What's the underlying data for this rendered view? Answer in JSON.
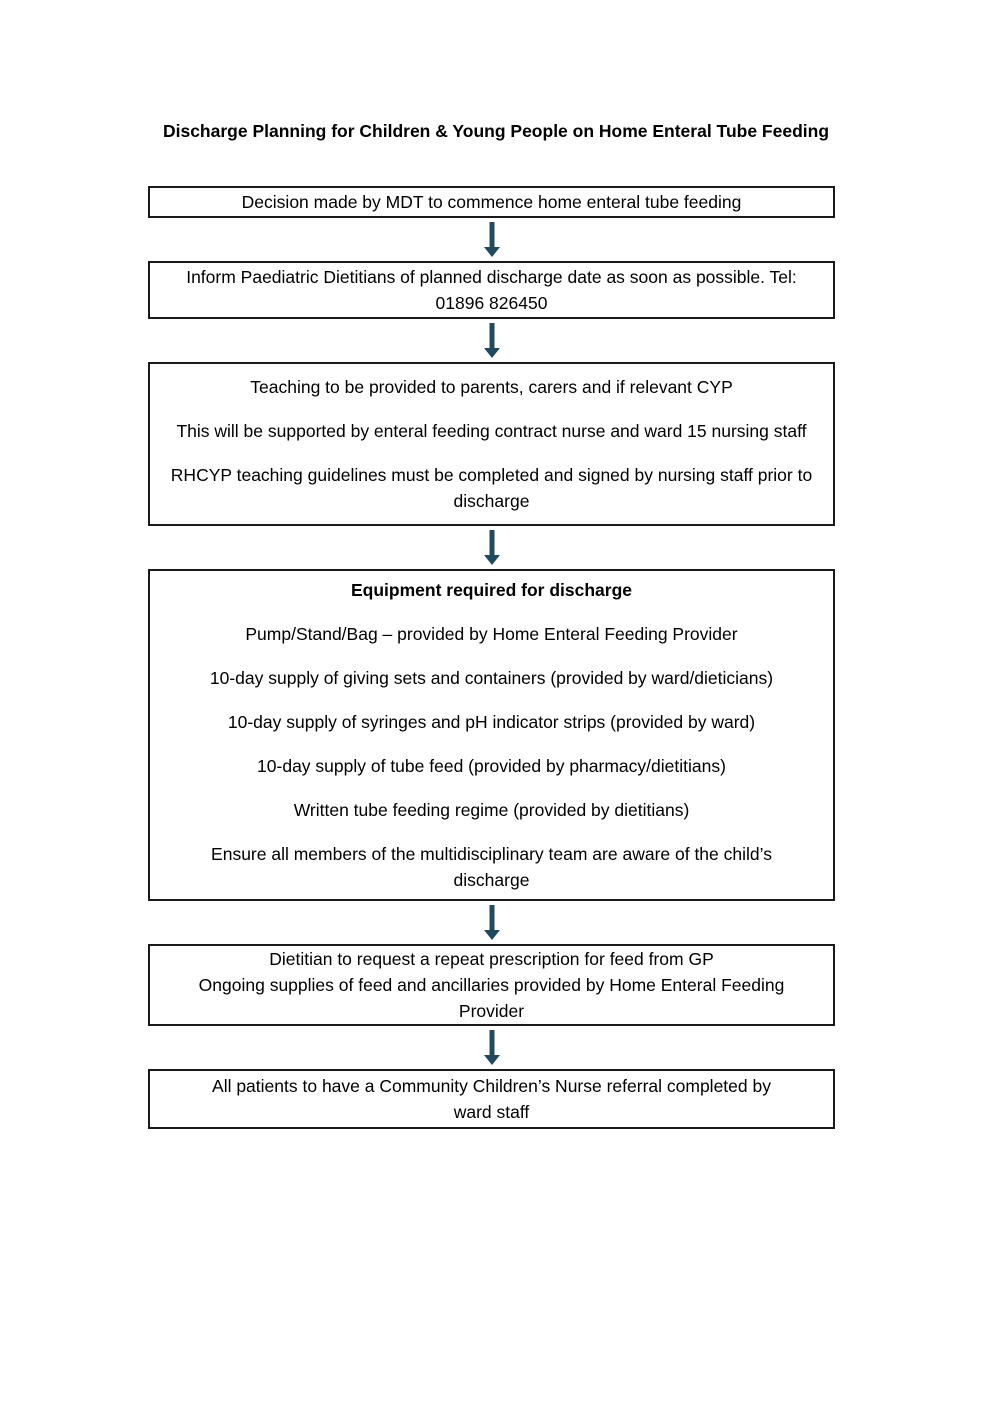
{
  "title": "Discharge Planning for Children & Young People on Home Enteral Tube Feeding",
  "colors": {
    "arrow": "#204a5e",
    "box_border": "#1a1a1a",
    "text": "#000000",
    "background": "#ffffff"
  },
  "flowchart": {
    "boxes": [
      {
        "name": "decision-mdt",
        "paragraphs": [
          "Decision made by MDT to commence home enteral tube feeding"
        ]
      },
      {
        "name": "inform-dietitians",
        "paragraphs": [
          "Inform Paediatric Dietitians of planned discharge date as soon as possible. Tel: 01896 826450"
        ]
      },
      {
        "name": "teaching",
        "paragraphs": [
          "Teaching to be provided to parents, carers and if relevant CYP",
          "This will be supported by enteral feeding contract nurse and ward 15 nursing staff",
          "RHCYP teaching guidelines must be completed and signed by nursing staff prior to discharge"
        ]
      },
      {
        "name": "equipment",
        "heading": "Equipment required for discharge",
        "paragraphs": [
          "Pump/Stand/Bag – provided by Home Enteral Feeding Provider",
          "10-day supply of giving sets and containers (provided by ward/dieticians)",
          "10-day supply of syringes and pH indicator strips (provided by ward)",
          "10-day supply of tube feed (provided by pharmacy/dietitians)",
          "Written tube feeding regime (provided by dietitians)",
          "Ensure all members of the multidisciplinary team are aware of the child’s discharge"
        ]
      },
      {
        "name": "gp-prescription",
        "paragraphs": [
          "Dietitian to request a repeat prescription for feed from GP",
          "Ongoing supplies of feed and ancillaries provided by Home Enteral Feeding Provider"
        ]
      },
      {
        "name": "ccn-referral",
        "paragraphs": [
          "All patients to have a Community Children’s Nurse referral completed by ward staff"
        ]
      }
    ]
  }
}
